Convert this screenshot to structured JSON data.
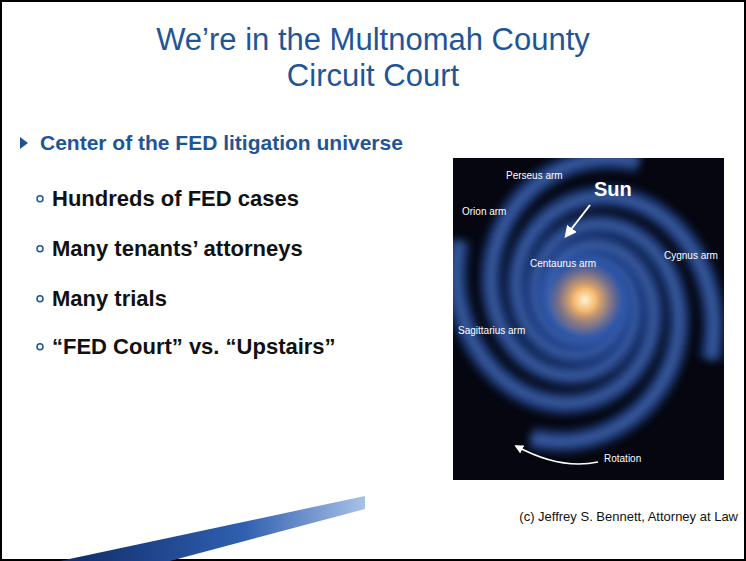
{
  "diagram": {
    "title": "We’re in the Multnomah County Circuit Court",
    "caption": "(c) Jeffrey S. Bennett, Attorney at Law",
    "labels": [
      "Center of the FED litigation universe",
      "Hundreds of FED cases",
      "Many tenants’ attorneys",
      "Many trials",
      "“FED Court” vs. “Upstairs”",
      "Perseus arm",
      "Sun",
      "Orion arm",
      "Cygnus arm",
      "Centaurus arm",
      "Sagittarius arm",
      "Rotation"
    ]
  }
}
